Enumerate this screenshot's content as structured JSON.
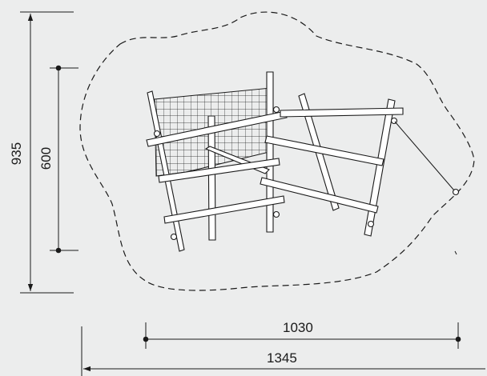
{
  "dimensions": {
    "overall_height": "935",
    "inner_height": "600",
    "inner_width": "1030",
    "overall_width": "1345"
  },
  "colors": {
    "background": "#eceded",
    "stroke": "#1a1a1a",
    "wood_fill": "#ffffff"
  }
}
